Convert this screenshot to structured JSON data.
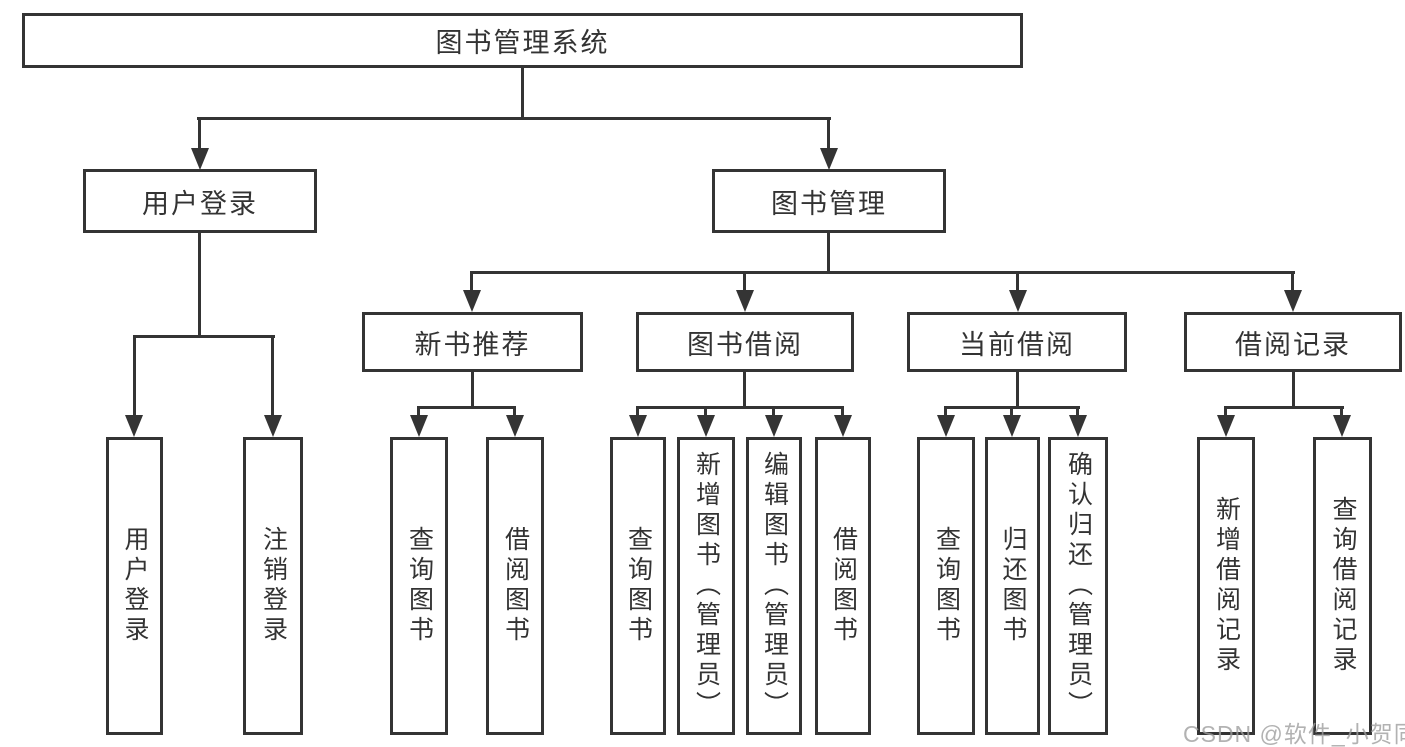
{
  "diagram": {
    "title": "图书管理系统",
    "type": "function-structure-tree"
  },
  "tree": {
    "root": {
      "label": "图书管理系统",
      "children": [
        {
          "label": "用户登录",
          "children": [
            {
              "label": "用户登录"
            },
            {
              "label": "注销登录"
            }
          ]
        },
        {
          "label": "图书管理",
          "children": [
            {
              "label": "新书推荐",
              "children": [
                {
                  "label": "查询图书"
                },
                {
                  "label": "借阅图书"
                }
              ]
            },
            {
              "label": "图书借阅",
              "children": [
                {
                  "label": "查询图书"
                },
                {
                  "label": "新增图书（管理员）"
                },
                {
                  "label": "编辑图书（管理员）"
                },
                {
                  "label": "借阅图书"
                }
              ]
            },
            {
              "label": "当前借阅",
              "children": [
                {
                  "label": "查询图书"
                },
                {
                  "label": "归还图书"
                },
                {
                  "label": "确认归还（管理员）"
                }
              ]
            },
            {
              "label": "借阅记录",
              "children": [
                {
                  "label": "新增借阅记录"
                },
                {
                  "label": "查询借阅记录"
                }
              ]
            }
          ]
        }
      ]
    }
  },
  "watermark": {
    "text": "CSDN @软件_小贺同学"
  },
  "colors": {
    "line": "#343434",
    "text": "#333333",
    "watermark": "#9f9f9f",
    "background": "#ffffff"
  }
}
